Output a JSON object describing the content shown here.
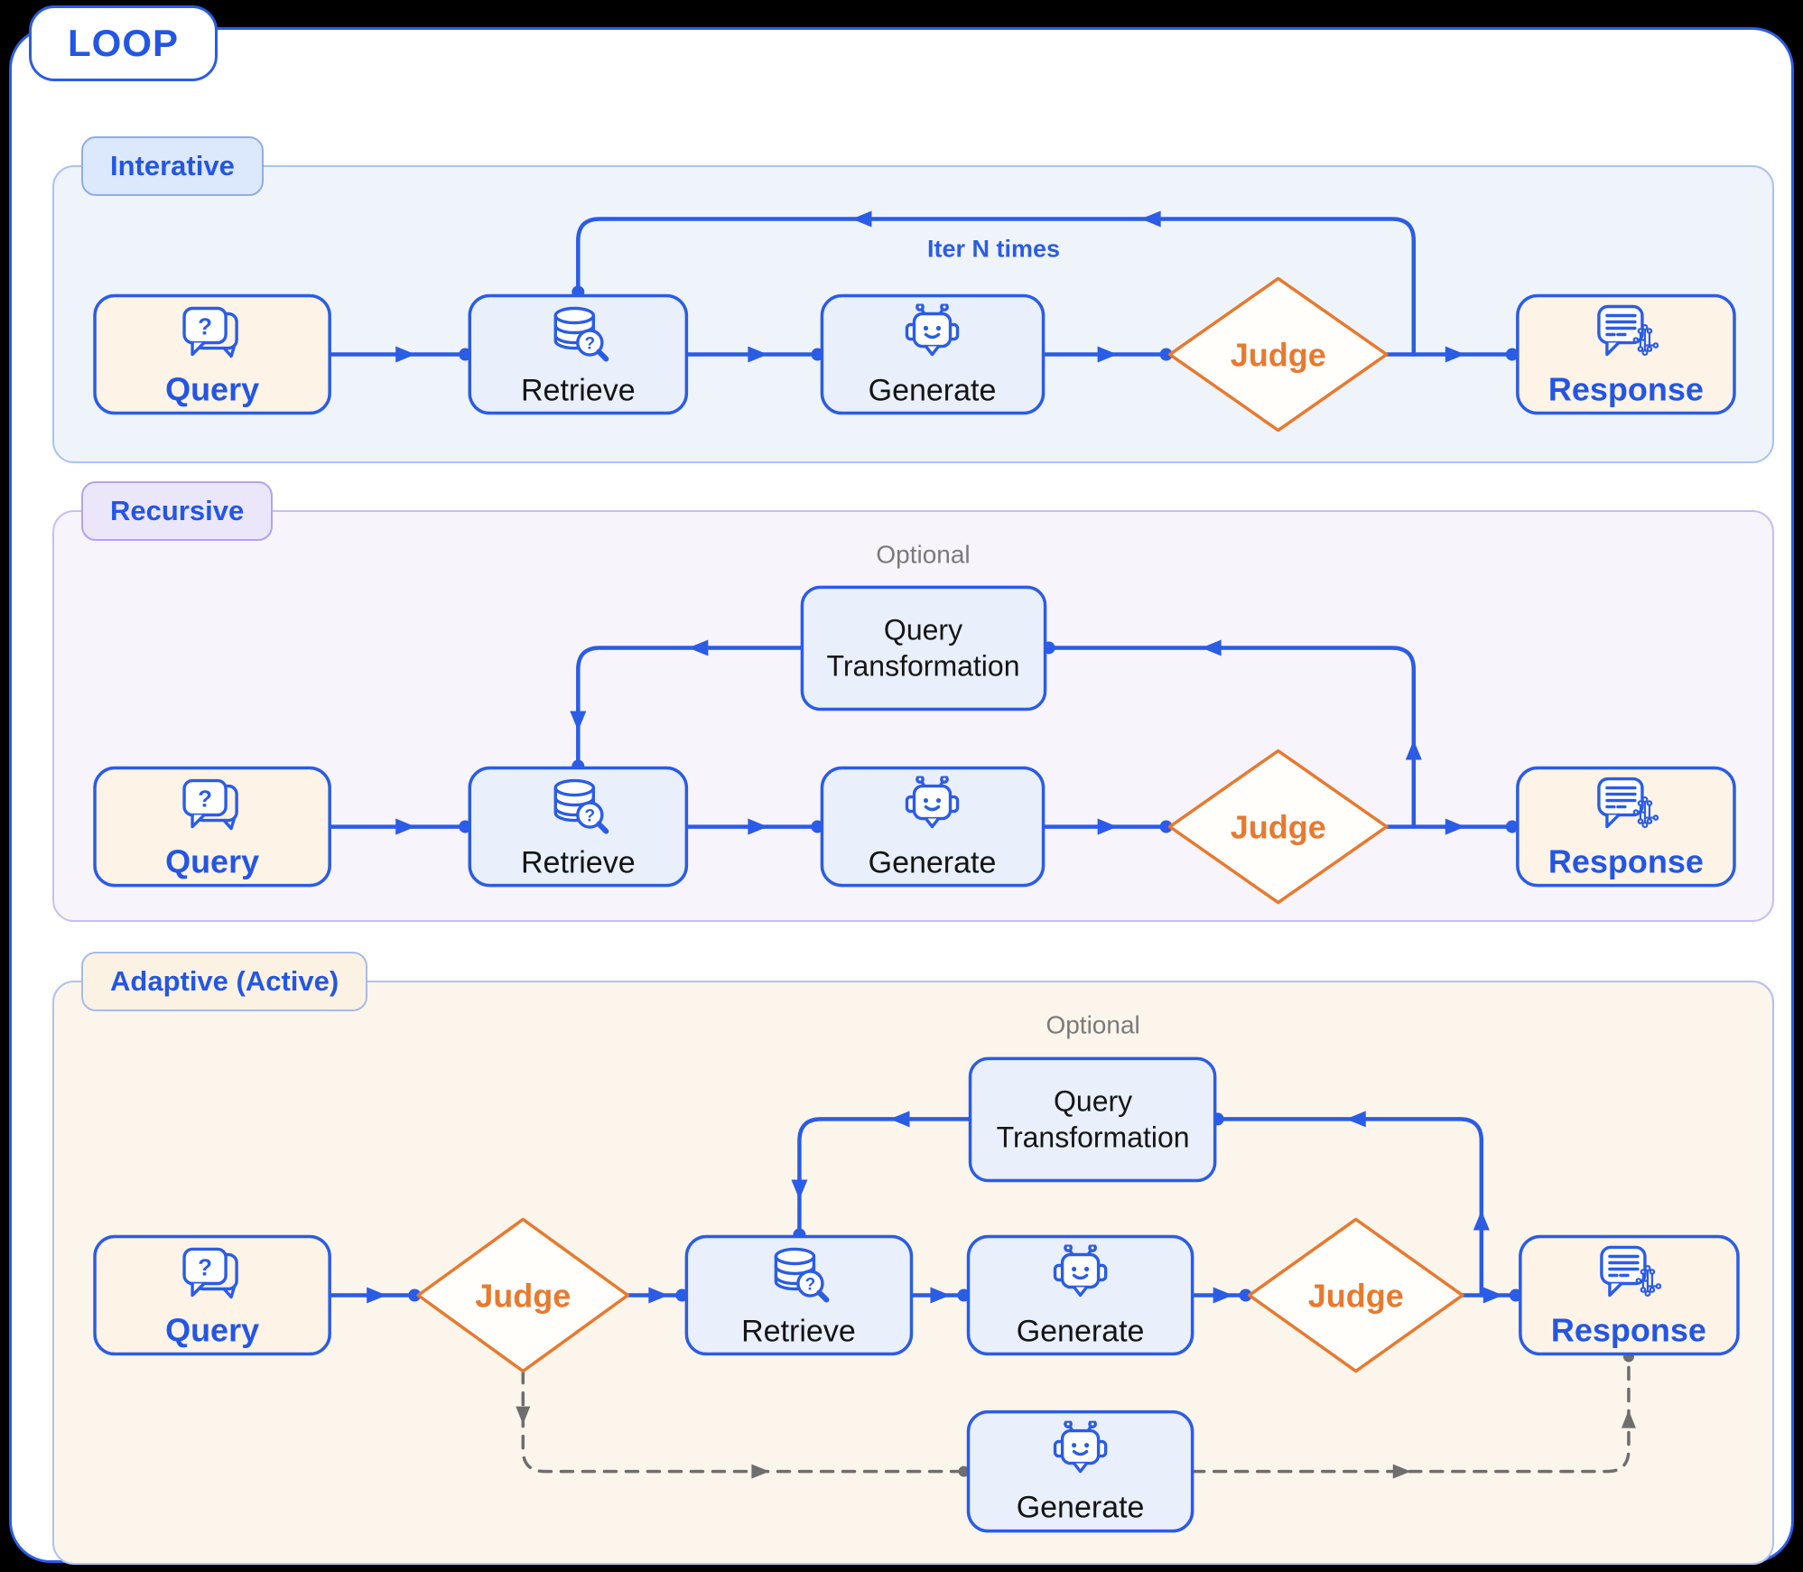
{
  "loop_label": "LOOP",
  "colors": {
    "primary_blue": "#2B5CE6",
    "accent_text_blue": "#2456E4",
    "judge_orange": "#E8792E",
    "cream_fill": "#FDF3E7",
    "node_blue_fill": "#E9EFFB",
    "dashed_gray": "#6E6E6E"
  },
  "icons": {
    "question_mark": "?"
  },
  "panels": {
    "iterative": {
      "label": "Interative",
      "loop_annotation": "Iter N times",
      "nodes": {
        "query": "Query",
        "retrieve": "Retrieve",
        "generate": "Generate",
        "judge": "Judge",
        "response": "Response"
      }
    },
    "recursive": {
      "label": "Recursive",
      "optional_label": "Optional",
      "query_transformation": {
        "line1": "Query",
        "line2": "Transformation"
      },
      "nodes": {
        "query": "Query",
        "retrieve": "Retrieve",
        "generate": "Generate",
        "judge": "Judge",
        "response": "Response"
      }
    },
    "adaptive": {
      "label": "Adaptive (Active)",
      "optional_label": "Optional",
      "query_transformation": {
        "line1": "Query",
        "line2": "Transformation"
      },
      "nodes": {
        "query": "Query",
        "judge_pre": "Judge",
        "retrieve": "Retrieve",
        "generate": "Generate",
        "judge_post": "Judge",
        "response": "Response",
        "generate_direct": "Generate"
      }
    }
  }
}
